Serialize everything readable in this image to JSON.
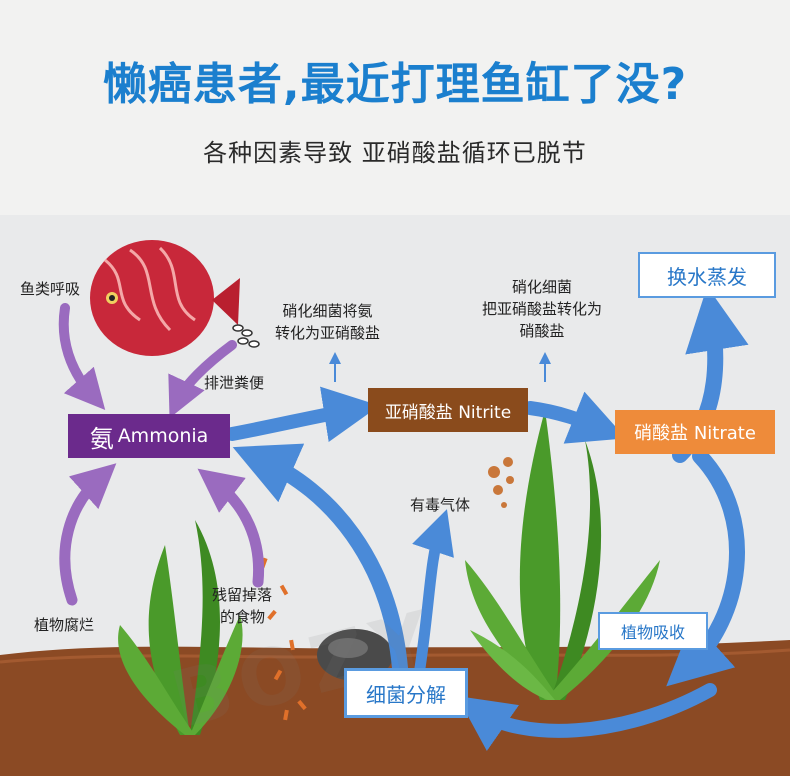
{
  "header": {
    "title": "懒癌患者,最近打理鱼缸了没?",
    "subtitle": "各种因素导致 亚硝酸盐循环已脱节"
  },
  "diagram": {
    "fish_breath": "鱼类呼吸",
    "excretion": "排泄粪便",
    "bacteria_nitrite_1": "硝化细菌将氨",
    "bacteria_nitrite_2": "转化为亚硝酸盐",
    "bacteria_nitrate_1": "硝化细菌",
    "bacteria_nitrate_2": "把亚硝酸盐转化为",
    "bacteria_nitrate_3": "硝酸盐",
    "water_change": "换水蒸发",
    "ammonia_cn": "氨",
    "ammonia_en": "Ammonia",
    "nitrite": "亚硝酸盐 Nitrite",
    "nitrate": "硝酸盐  Nitrate",
    "toxic_gas": "有毒气体",
    "leftover_food_1": "残留掉落",
    "leftover_food_2": "的食物",
    "plant_decay": "植物腐烂",
    "plant_absorb": "植物吸收",
    "bacteria_decompose": "细菌分解",
    "watermark": "BOZY",
    "colors": {
      "title_blue": "#1b7fce",
      "purple": "#6b2a8c",
      "brown": "#8a4b1c",
      "orange": "#ee8b3a",
      "arrow_blue": "#4a8ad8",
      "arrow_purple": "#9a6bbf"
    }
  }
}
